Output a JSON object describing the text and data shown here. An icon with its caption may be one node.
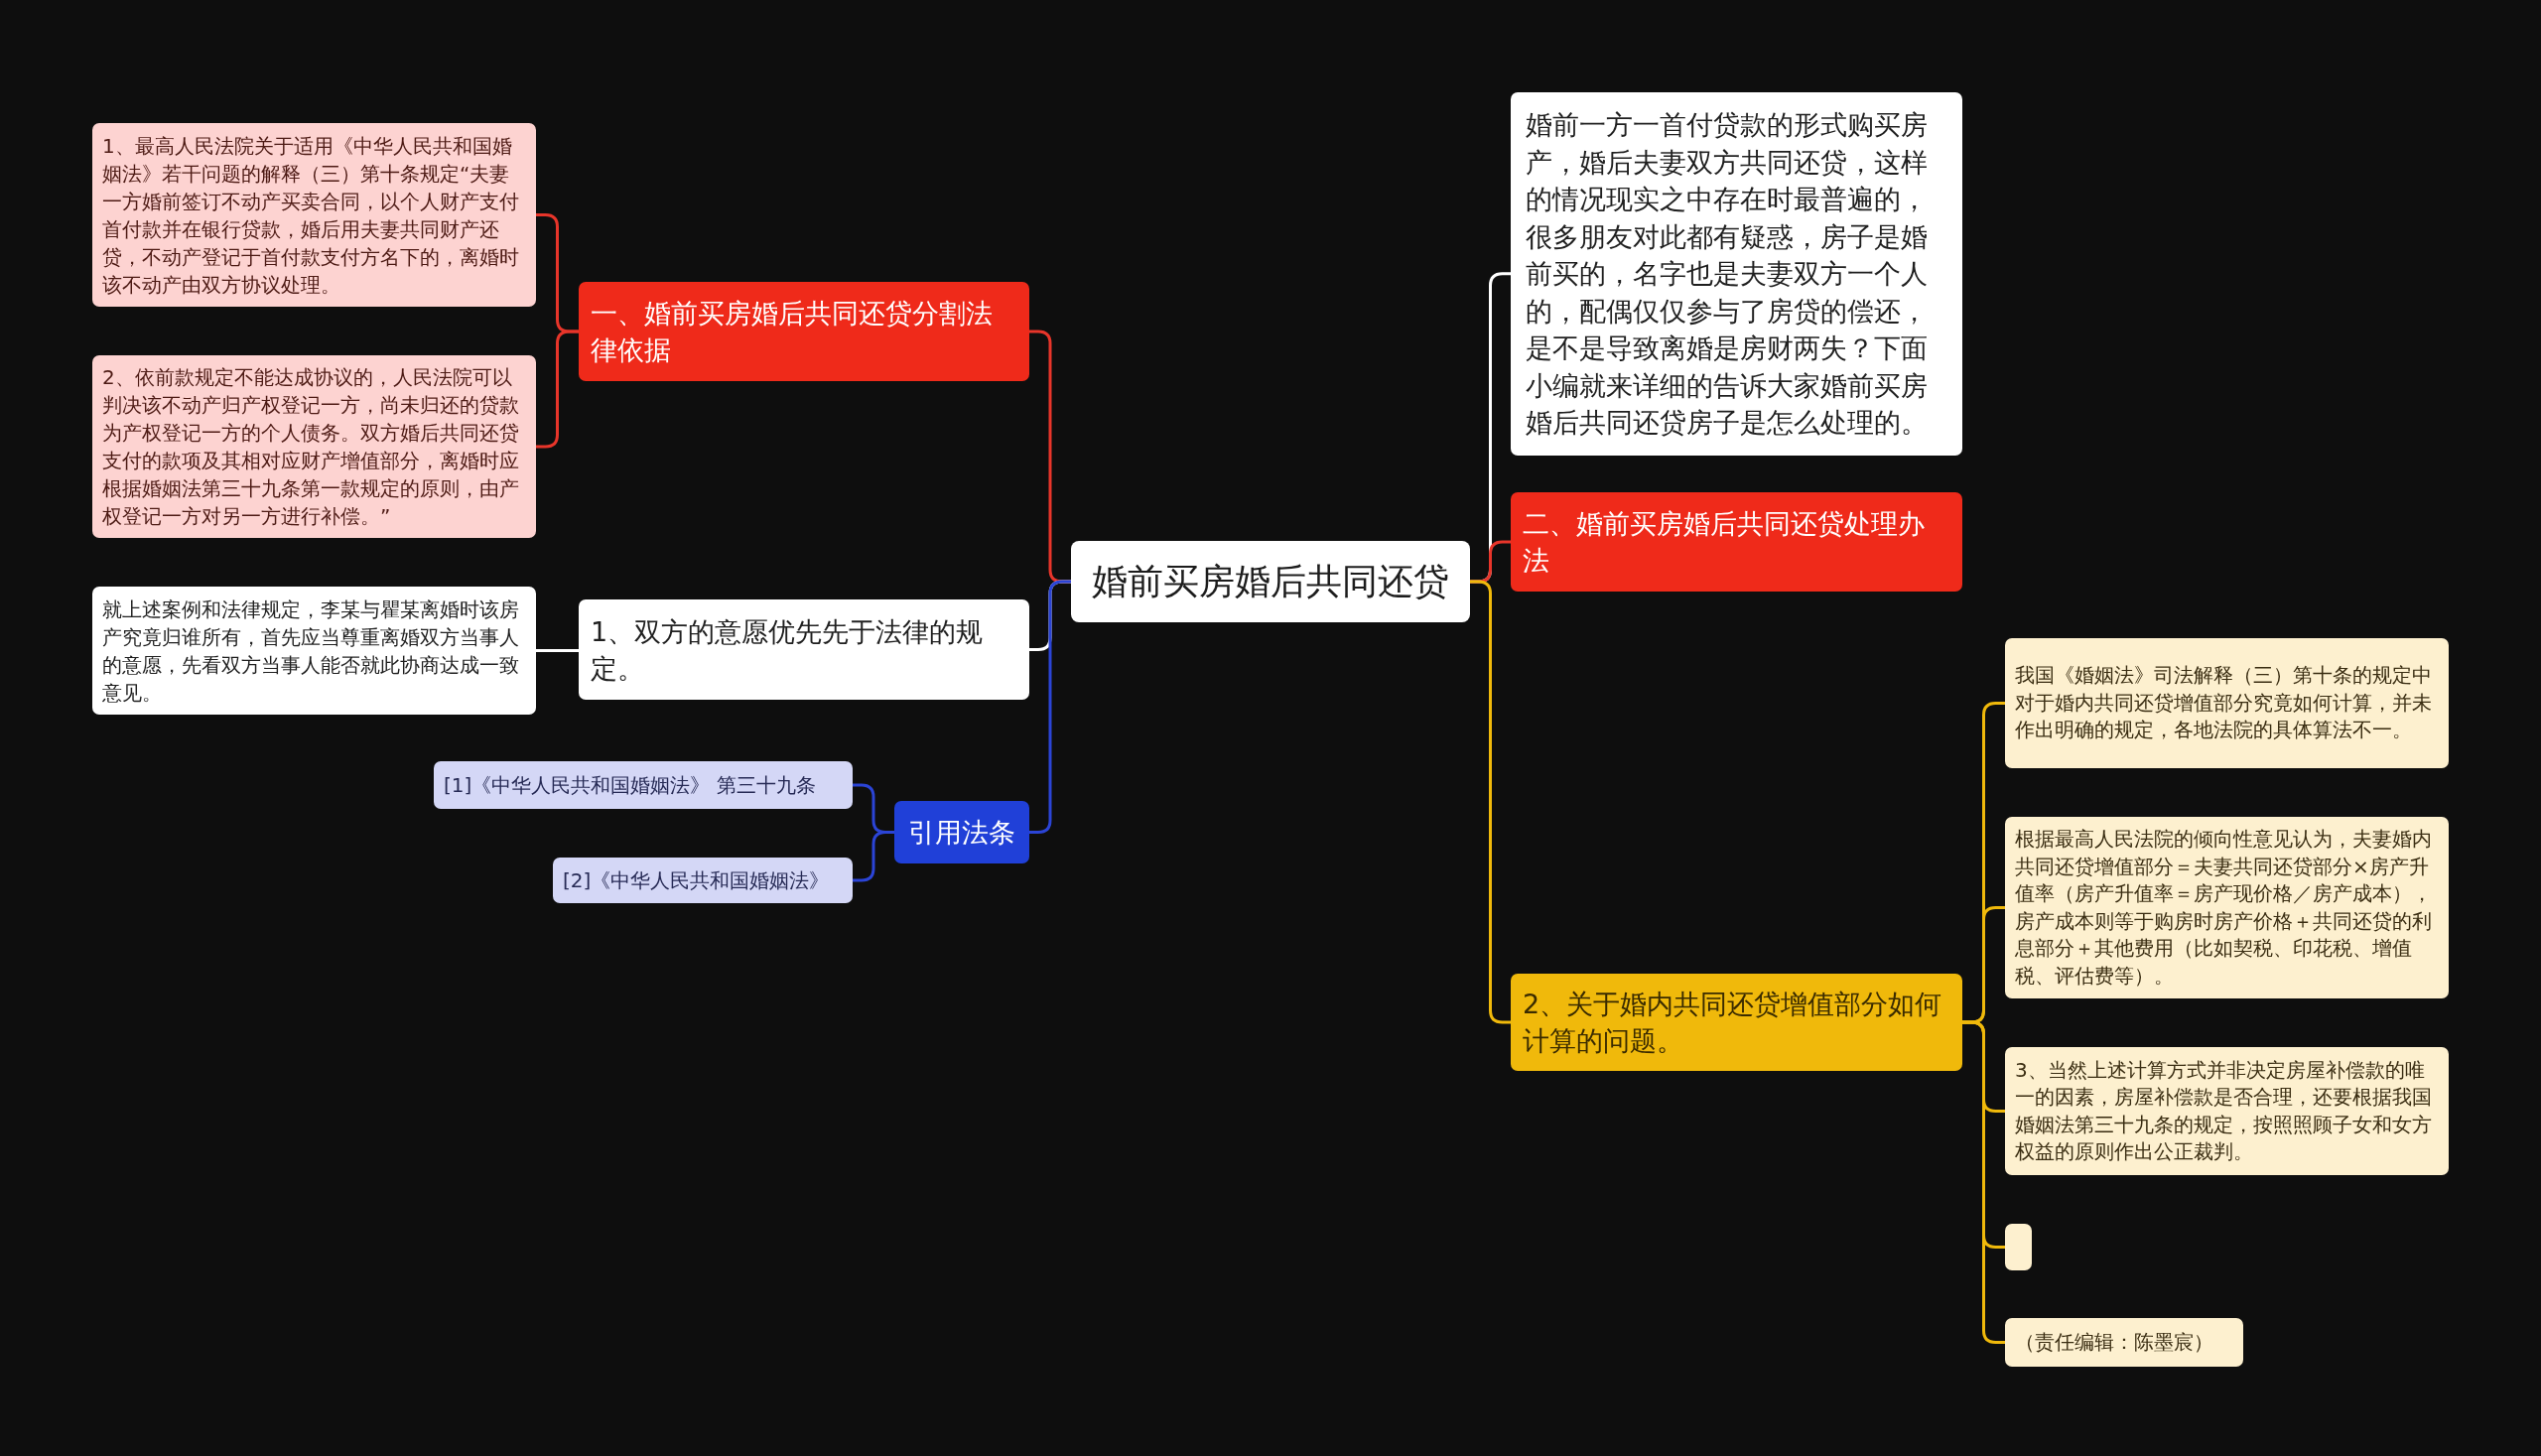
{
  "diagram": {
    "nodes": [
      {
        "text": [
          "婚前买房婚后共同还贷"
        ]
      },
      {
        "text": [
          "一、婚前买房婚后共同还贷分割法律依据"
        ]
      },
      {
        "text": [
          "1、最高人民法院关于适用《中华人民共和国婚姻法》若干问题的解释（三）第十条规定“夫妻一方婚前签订不动产买卖合同，以个人财产支付首付款并在银行贷款，婚后用夫妻共同财产还贷，不动产登记于首付款支付方名下的，离婚时该不动产由双方协议处理。"
        ]
      },
      {
        "text": [
          "2、依前款规定不能达成协议的，人民法院可以判决该不动产归产权登记一方，尚未归还的贷款为产权登记一方的个人债务。双方婚后共同还贷支付的款项及其相对应财产增值部分，离婚时应根据婚姻法第三十九条第一款规定的原则，由产权登记一方对另一方进行补偿。”"
        ]
      },
      {
        "text": [
          "1、双方的意愿优先先于法律的规定。"
        ]
      },
      {
        "text": [
          "就上述案例和法律规定，李某与瞿某离婚时该房产究竟归谁所有，首先应当尊重离婚双方当事人的意愿，先看双方当事人能否就此协商达成一致意见。"
        ]
      },
      {
        "text": [
          "引用法条"
        ]
      },
      {
        "text": [
          "[1]《中华人民共和国婚姻法》 第三十九条"
        ]
      },
      {
        "text": [
          "[2]《中华人民共和国婚姻法》"
        ]
      },
      {
        "text": [
          "婚前一方一首付贷款的形式购买房产，婚后夫妻双方共同还贷，这样的情况现实之中存在时最普遍的，很多朋友对此都有疑惑，房子是婚前买的，名字也是夫妻双方一个人的，配偶仅仅参与了房贷的偿还，是不是导致离婚是房财两失？下面小编就来详细的告诉大家婚前买房婚后共同还贷房子是怎么处理的。"
        ]
      },
      {
        "text": [
          "二、婚前买房婚后共同还贷处理办法"
        ]
      },
      {
        "text": [
          "2、关于婚内共同还贷增值部分如何计算的问题。"
        ]
      },
      {
        "text": [
          "我国《婚姻法》司法解释（三）第十条的规定中对于婚内共同还贷增值部分究竟如何计算，并未作出明确的规定，各地法院的具体算法不一。"
        ]
      },
      {
        "text": [
          "根据最高人民法院的倾向性意见认为，夫妻婚内共同还贷增值部分＝夫妻共同还贷部分×房产升值率（房产升值率＝房产现价格／房产成本），房产成本则等于购房时房产价格＋共同还贷的利息部分＋其他费用（比如契税、印花税、增值税、评估费等）。"
        ]
      },
      {
        "text": [
          "3、当然上述计算方式并非决定房屋补偿款的唯一的因素，房屋补偿款是否合理，还要根据我国婚姻法第三十九条的规定，按照照顾子女和女方权益的原则作出公正裁判。"
        ]
      },
      {
        "text": [],
        "shape": "box"
      },
      {
        "text": [
          "（责任编辑：陈墨宸）"
        ]
      }
    ],
    "edges": [
      {
        "from": 0,
        "to": 1,
        "arrow": "none",
        "color": "#e8352a"
      },
      {
        "from": 1,
        "to": 2,
        "arrow": "none",
        "color": "#e8352a"
      },
      {
        "from": 1,
        "to": 3,
        "arrow": "none",
        "color": "#e8352a"
      },
      {
        "from": 0,
        "to": 4,
        "arrow": "none",
        "color": "#ffffff"
      },
      {
        "from": 4,
        "to": 5,
        "arrow": "none",
        "color": "#ffffff"
      },
      {
        "from": 0,
        "to": 6,
        "arrow": "none",
        "color": "#2b44d6"
      },
      {
        "from": 6,
        "to": 7,
        "arrow": "none",
        "color": "#2b44d6"
      },
      {
        "from": 6,
        "to": 8,
        "arrow": "none",
        "color": "#2b44d6"
      },
      {
        "from": 0,
        "to": 9,
        "arrow": "none",
        "color": "#ffffff"
      },
      {
        "from": 0,
        "to": 10,
        "arrow": "none",
        "color": "#e8352a"
      },
      {
        "from": 0,
        "to": 11,
        "arrow": "none"
      },
      {
        "from": 11,
        "to": 12,
        "arrow": "none"
      },
      {
        "from": 11,
        "to": 13,
        "arrow": "none"
      },
      {
        "from": 11,
        "to": 14,
        "arrow": "none"
      },
      {
        "from": 11,
        "to": 15,
        "arrow": "none"
      },
      {
        "from": 11,
        "to": 16,
        "arrow": "none"
      }
    ]
  }
}
